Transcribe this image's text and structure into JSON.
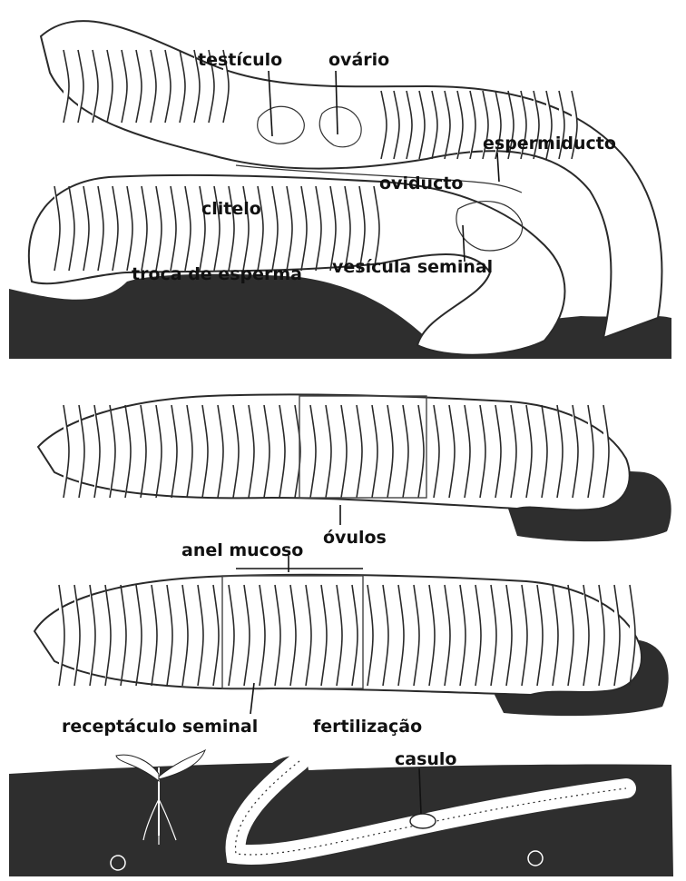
{
  "labels": {
    "testiculo": "testículo",
    "ovario": "ovário",
    "espermiducto": "espermiducto",
    "oviducto": "oviducto",
    "clitelo": "clitelo",
    "troca_de_esperma": "troca de esperma",
    "vesicula_seminal": "vesícula seminal",
    "ovulos": "óvulos",
    "anel_mucoso": "anel mucoso",
    "receptaculo_seminal": "receptáculo seminal",
    "fertilizacao": "fertilização",
    "casulo": "casulo"
  },
  "colors": {
    "ink": "#111111",
    "soil": "#2e2e2e",
    "worm_fill": "#ffffff"
  }
}
